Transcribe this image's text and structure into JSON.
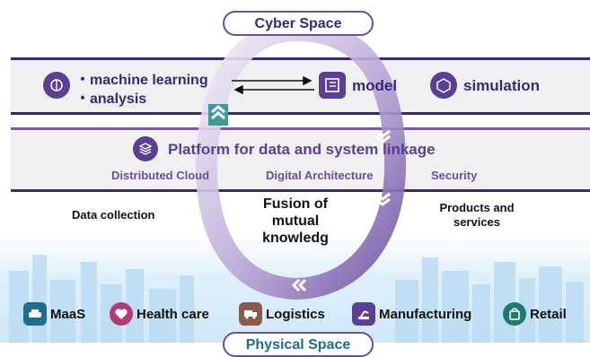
{
  "title_top": "Cyber Space",
  "title_bottom": "Physical Space",
  "cyber": {
    "ml_line1": "・machine learning",
    "ml_line2": "・analysis",
    "model": "model",
    "simulation": "simulation"
  },
  "platform": {
    "title": "Platform for data and system linkage",
    "items": [
      "Distributed Cloud",
      "Digital Architecture",
      "Security"
    ]
  },
  "center": {
    "line1": "Fusion of",
    "line2": "mutual knowledg"
  },
  "data_collection": "Data collection",
  "products_line1": "Products and",
  "products_line2": "services",
  "domains": [
    {
      "label": "MaaS",
      "icon": "car-icon",
      "color": "#1c6e8a"
    },
    {
      "label": "Health care",
      "icon": "heart-hands-icon",
      "color": "#b23a78"
    },
    {
      "label": "Logistics",
      "icon": "truck-icon",
      "color": "#8a5a4a"
    },
    {
      "label": "Manufacturing",
      "icon": "robot-arm-icon",
      "color": "#5b3f94"
    },
    {
      "label": "Retail",
      "icon": "shopping-bag-icon",
      "color": "#1f7a6b"
    }
  ],
  "colors": {
    "cycle_gradient_start": "#f2eef8",
    "cycle_gradient_end": "#6b4ea0",
    "band_border": "#3a2877",
    "accent": "#5b3f94",
    "up_chevron": "#2a8f8f"
  }
}
